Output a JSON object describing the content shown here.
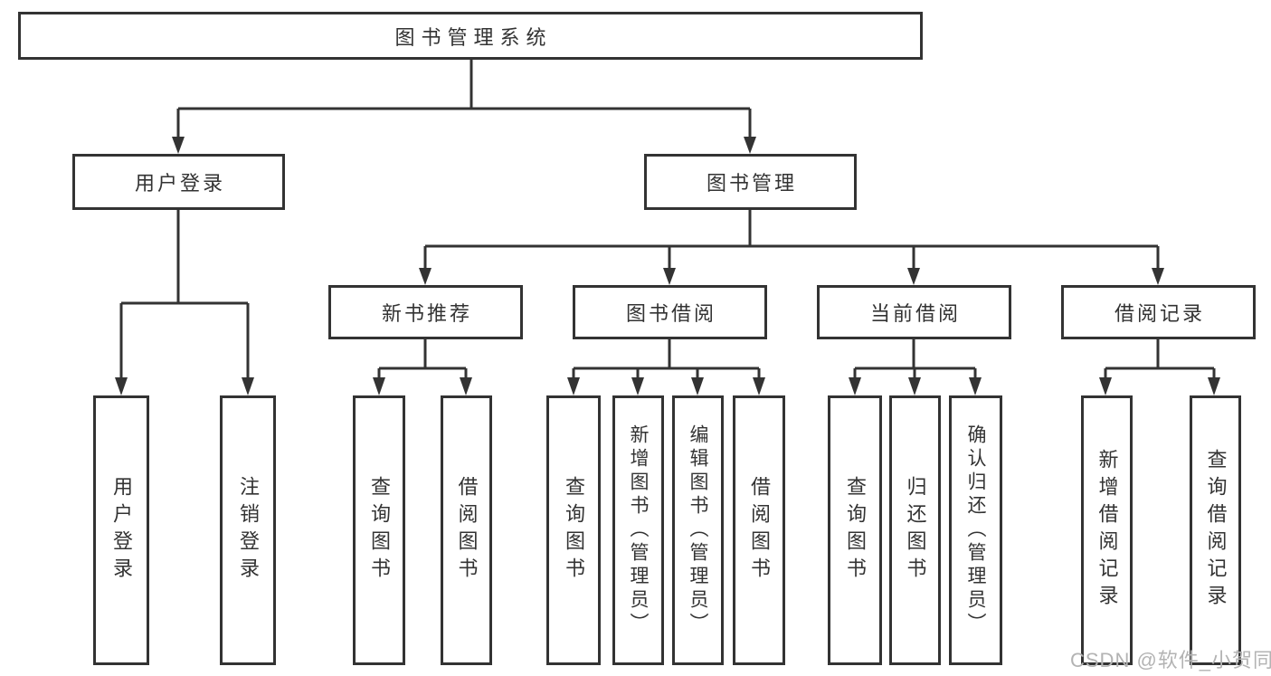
{
  "diagram": {
    "root": {
      "label": "图书管理系统"
    },
    "level2": [
      {
        "label": "用户登录"
      },
      {
        "label": "图书管理"
      }
    ],
    "level3": [
      {
        "label": "新书推荐"
      },
      {
        "label": "图书借阅"
      },
      {
        "label": "当前借阅"
      },
      {
        "label": "借阅记录"
      }
    ],
    "leaves": {
      "user_login": [
        "用户登录",
        "注销登录"
      ],
      "new_book_recommend": [
        "查询图书",
        "借阅图书"
      ],
      "book_borrow": [
        "查询图书",
        "新增图书（管理员）",
        "编辑图书（管理员）",
        "借阅图书"
      ],
      "current_borrow": [
        "查询图书",
        "归还图书",
        "确认归还（管理员）"
      ],
      "borrow_records": [
        "新增借阅记录",
        "查询借阅记录"
      ]
    }
  },
  "watermark": {
    "text": "CSDN @软件_小贺同学"
  },
  "colors": {
    "line": "#333333",
    "text": "#333333",
    "box_background": "#ffffff",
    "watermark": "#b3b3b3",
    "background": "#ffffff"
  }
}
